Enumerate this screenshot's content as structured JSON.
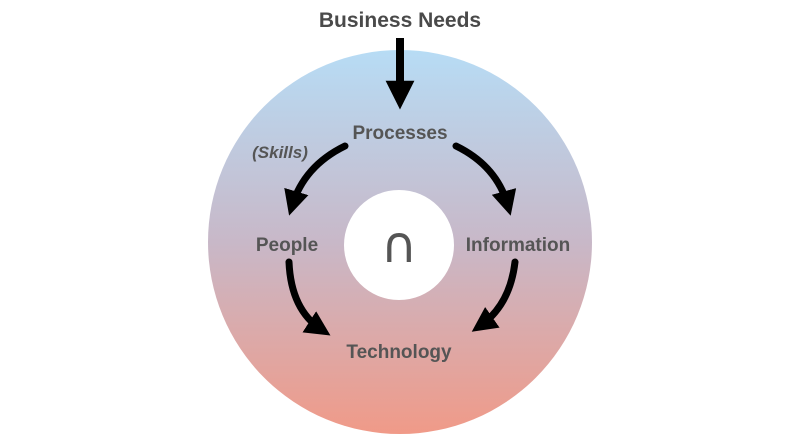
{
  "title": "Business Needs",
  "nodes": {
    "processes": "Processes",
    "people": "People",
    "information": "Information",
    "technology": "Technology"
  },
  "annotation": "(Skills)",
  "center_symbol": "∩",
  "colors": {
    "gradient_top": "#b7dcf5",
    "gradient_middle": "#c8b8c8",
    "gradient_bottom": "#f09a88",
    "center_circle": "#ffffff",
    "arrow": "#000000",
    "text": "#555555"
  }
}
